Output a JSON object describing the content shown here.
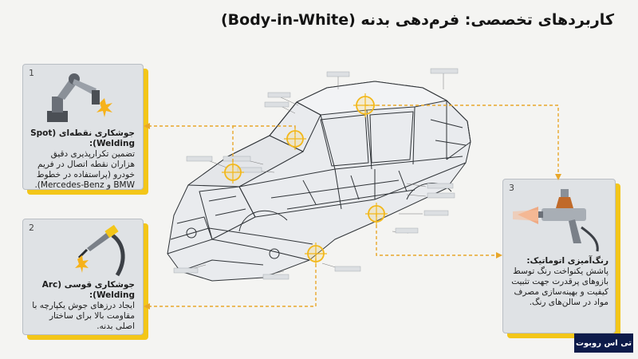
{
  "title": "کاربردهای تخصصی: فرم‌دهی بدنه (Body-in-White)",
  "cards": [
    {
      "number": "1",
      "heading": "جوشکاری نقطه‌ای (Spot Welding):",
      "body": "تضمین تکرارپذیری دقیق هزاران نقطه اتصال در فریم خودرو (پراستفاده در خطوط BMW و Mercedes-Benz)."
    },
    {
      "number": "2",
      "heading": "جوشکاری قوسی (Arc Welding):",
      "body": "ایجاد درزهای جوش یکپارچه با مقاومت بالا برای ساختار اصلی بدنه."
    },
    {
      "number": "3",
      "heading": "رنگ‌آمیزی اتوماتیک:",
      "body": "پاشش یکنواخت رنگ توسط بازوهای پرقدرت جهت تثبیت کیفیت و بهینه‌سازی مصرف مواد در سالن‌های رنگ."
    }
  ],
  "brand": "تی اس روبوت",
  "colors": {
    "accent": "#f3c619",
    "card": "#dfe2e5",
    "brand_bg": "#0d1b4a",
    "connector": "#e8a72a"
  }
}
